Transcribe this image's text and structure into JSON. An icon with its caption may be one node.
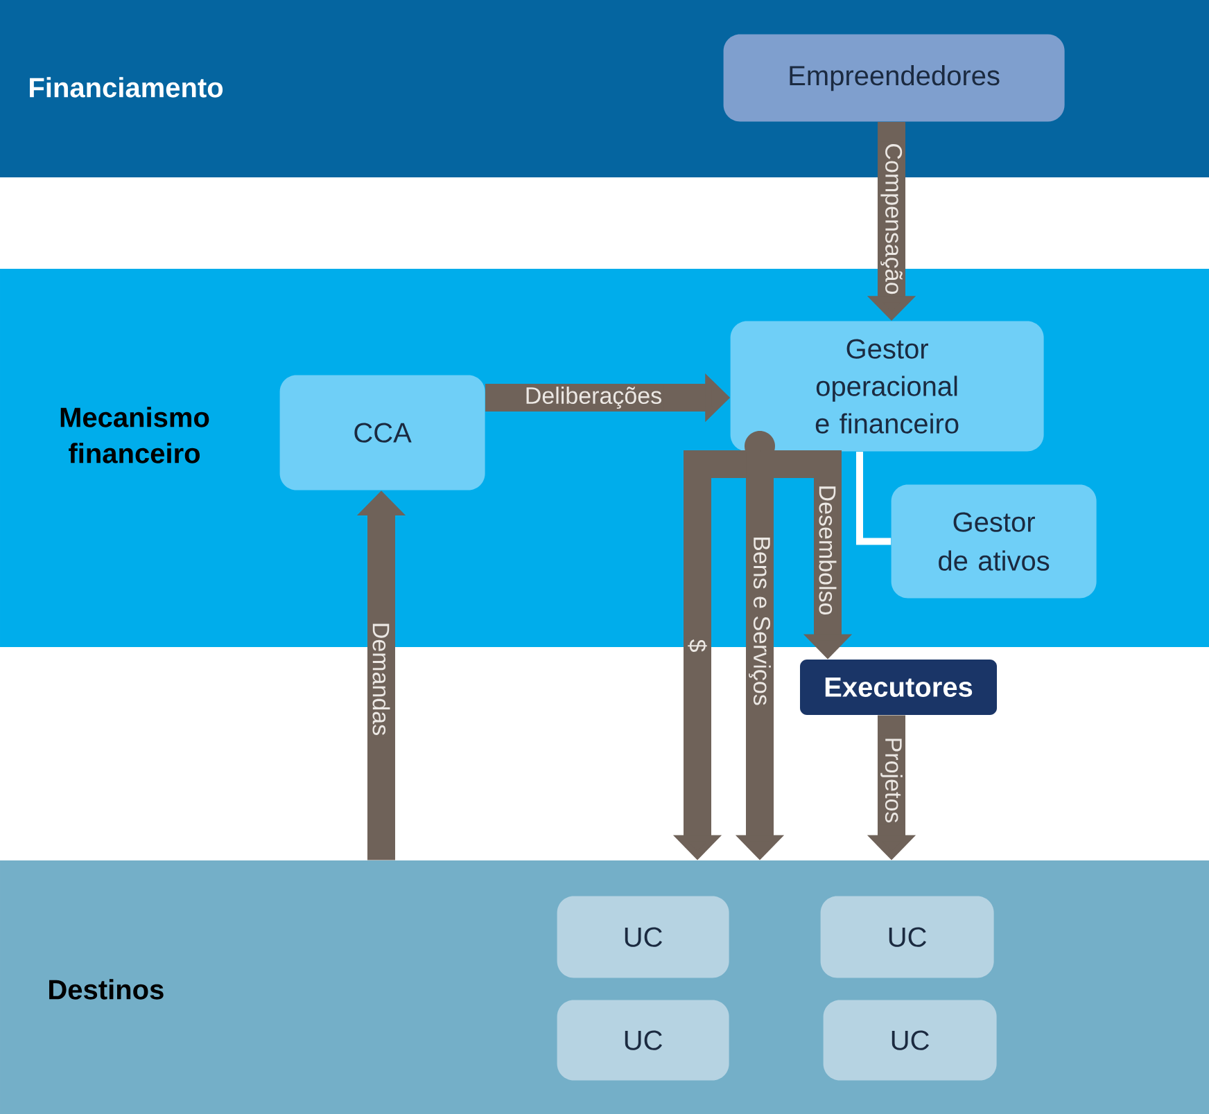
{
  "diagram": {
    "nodes": [
      {
        "text": [
          "Financiamento"
        ]
      },
      {
        "text": [
          "Empreendedores"
        ],
        "in": 0
      },
      {
        "text": [
          "Mecanismo financeiro"
        ]
      },
      {
        "text": [
          "CCA"
        ],
        "in": 2
      },
      {
        "text": [
          "Gestor operacional e financeiro"
        ],
        "in": 2
      },
      {
        "text": [
          "Gestor de ativos"
        ],
        "in": 2
      },
      {
        "text": [
          "Executores"
        ]
      },
      {
        "text": [
          "Destinos"
        ]
      },
      {
        "text": [
          "UC"
        ],
        "in": 7
      },
      {
        "text": [
          "UC"
        ],
        "in": 7
      },
      {
        "text": [
          "UC"
        ],
        "in": 7
      },
      {
        "text": [
          "UC"
        ],
        "in": 7
      }
    ],
    "edges": [
      {
        "from": 1,
        "to": 4,
        "arrow": "to",
        "label": "Compensação"
      },
      {
        "from": 3,
        "to": 4,
        "arrow": "to",
        "label": "Deliberações"
      },
      {
        "from": 7,
        "to": 3,
        "arrow": "to",
        "label": "Demandas"
      },
      {
        "from": 4,
        "to": 7,
        "arrow": "to",
        "label": "$"
      },
      {
        "from": 4,
        "to": 7,
        "arrow": "to",
        "label": "Bens e Serviços"
      },
      {
        "from": 4,
        "to": 6,
        "arrow": "to",
        "label": "Desembolso"
      },
      {
        "from": 6,
        "to": 7,
        "arrow": "to",
        "label": "Projetos"
      },
      {
        "from": 4,
        "to": 5,
        "arrow": "none",
        "color": "#ffffff"
      }
    ]
  }
}
